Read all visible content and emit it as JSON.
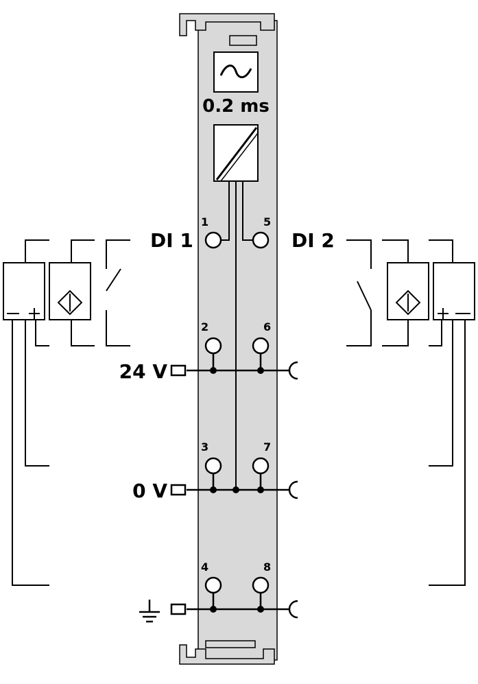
{
  "filter": {
    "icon": "tilde-sine-wave-icon",
    "time_constant": "0.2 ms"
  },
  "isolation": {
    "icon": "optocoupler-diagonal-icon"
  },
  "channels": {
    "left": "DI 1",
    "right": "DI 2"
  },
  "rails": {
    "supply_24v": "24 V",
    "supply_0v": "0 V",
    "ground": "ground-symbol-icon"
  },
  "terminals": [
    "1",
    "2",
    "3",
    "4",
    "5",
    "6",
    "7",
    "8"
  ],
  "colors": {
    "module_body": "#d9d9d9",
    "lines": "#000000"
  }
}
